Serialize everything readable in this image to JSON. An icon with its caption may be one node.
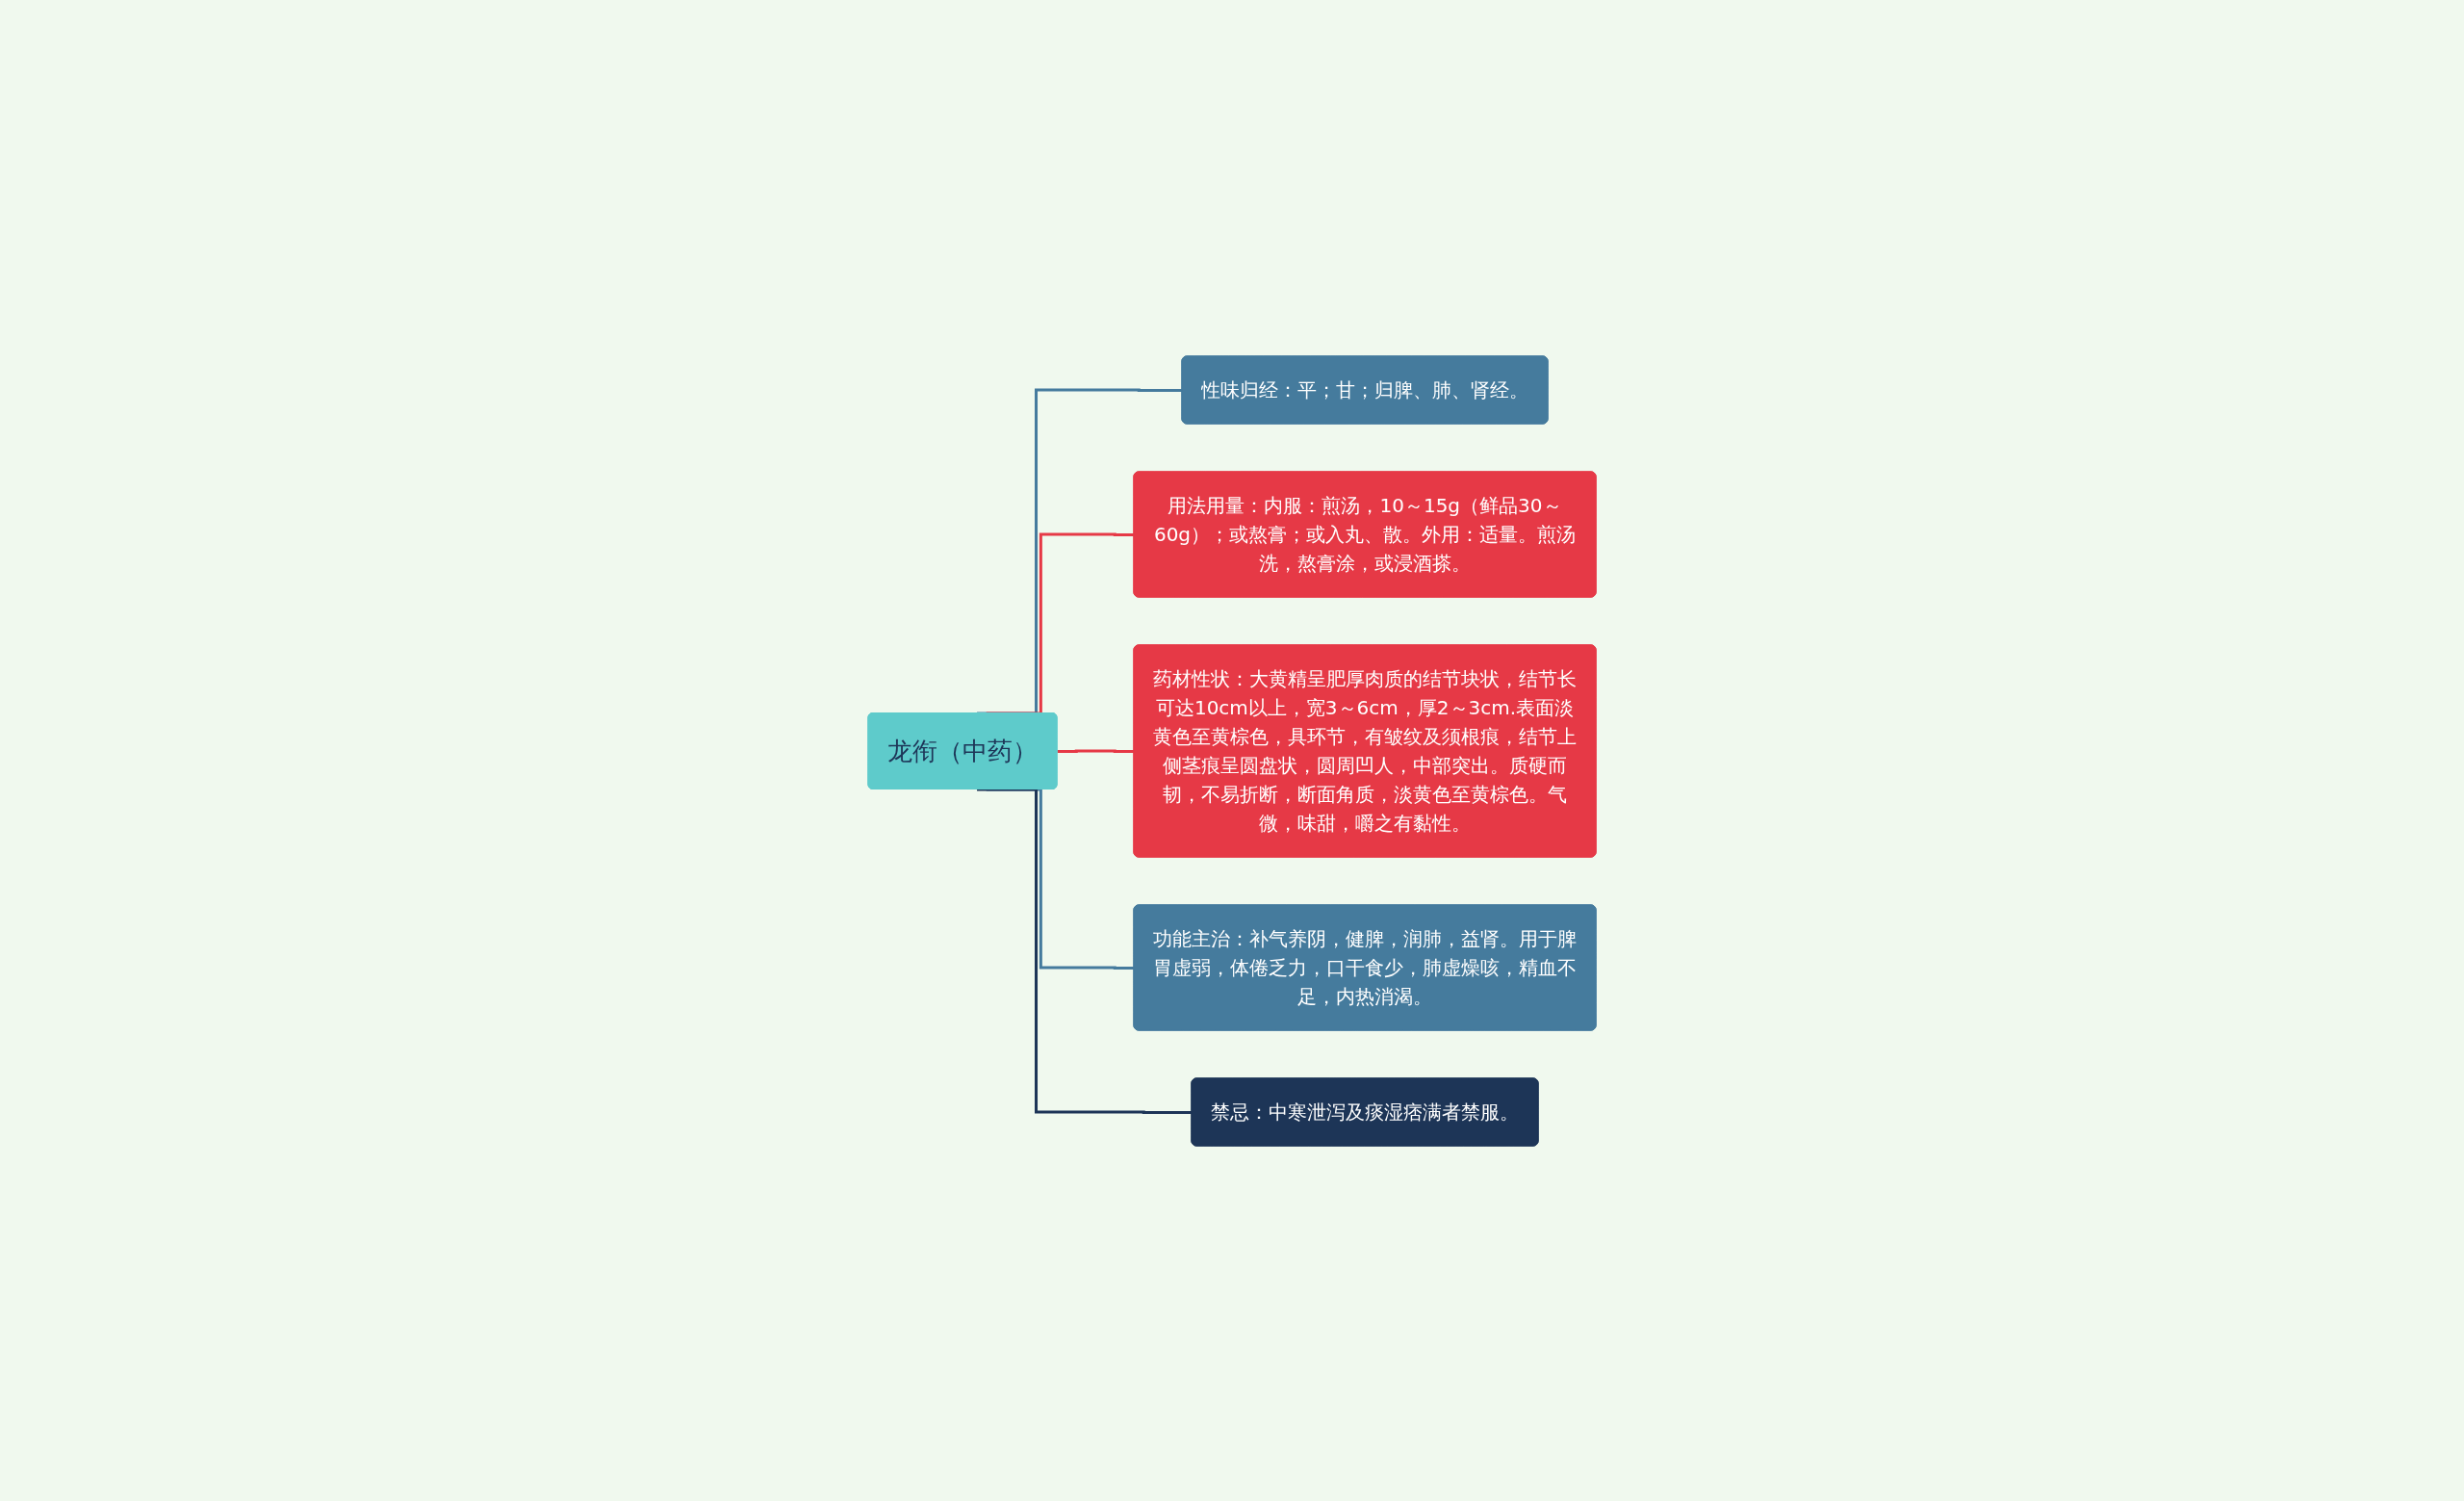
{
  "diagram": {
    "nodes": [
      {
        "text": [
          "龙衔（中药）"
        ]
      },
      {
        "text": [
          "性味归经：平；甘；归脾、肺、肾经。"
        ]
      },
      {
        "text": [
          "用法用量：内服：煎汤，10～15g（鲜品30～60g）；或熬膏；或入丸、散。外用：适量。煎汤洗，熬膏涂，或浸酒搽。"
        ]
      },
      {
        "text": [
          "药材性状：大黄精呈肥厚肉质的结节块状，结节长可达10cm以上，宽3～6cm，厚2～3cm.表面淡黄色至黄棕色，具环节，有皱纹及须根痕，结节上侧茎痕呈圆盘状，圆周凹人，中部突出。质硬而韧，不易折断，断面角质，淡黄色至黄棕色。气微，味甜，嚼之有黏性。"
        ]
      },
      {
        "text": [
          "功能主治：补气养阴，健脾，润肺，益肾。用于脾胃虚弱，体倦乏力，口干食少，肺虚燥咳，精血不足，内热消渴。"
        ]
      },
      {
        "text": [
          "禁忌：中寒泄泻及痰湿痞满者禁服。"
        ]
      }
    ],
    "edges": [
      {
        "from": 0,
        "to": 1,
        "arrow": "none",
        "color": "#457b9d"
      },
      {
        "from": 0,
        "to": 2,
        "arrow": "none",
        "color": "#e63946"
      },
      {
        "from": 0,
        "to": 3,
        "arrow": "none",
        "color": "#e63946"
      },
      {
        "from": 0,
        "to": 4,
        "arrow": "none",
        "color": "#457b9d"
      },
      {
        "from": 0,
        "to": 5,
        "arrow": "none",
        "color": "#1d3557"
      }
    ]
  }
}
